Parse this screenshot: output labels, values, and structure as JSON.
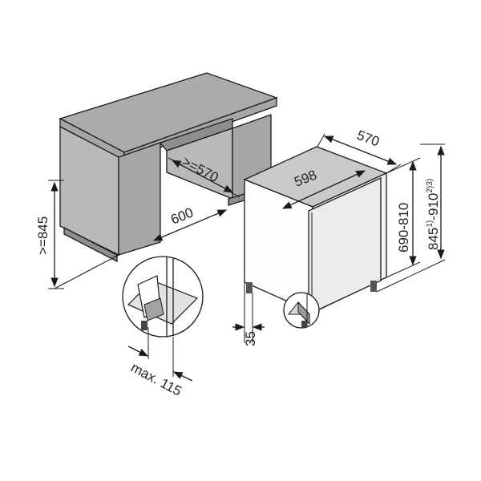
{
  "colors": {
    "worktop": "#ababab",
    "cabinet_front": "#b9b9b9",
    "cabinet_side": "#a6a6a6",
    "shadow": "#8e8e8e",
    "appliance_front": "#f6f6f6",
    "appliance_top": "#c9c9c9",
    "appliance_side": "#fdfdfd",
    "door": "#ececec",
    "line": "#1a1a1a"
  },
  "labels": {
    "height_min": ">=845",
    "depth_min": ">=570",
    "niche_width": "600",
    "appliance_width": "598",
    "appliance_depth": "570",
    "appliance_height": "690-810",
    "overall_height_a": "845",
    "overall_height_a_note": "1)",
    "overall_height_sep": "-",
    "overall_height_b": "910",
    "overall_height_b_note": "2)3)",
    "foot_height": "35",
    "door_overhang": "max. 115"
  },
  "icons": {
    "arrow": "arrowhead-icon",
    "magnifier": "detail-circle-icon"
  }
}
